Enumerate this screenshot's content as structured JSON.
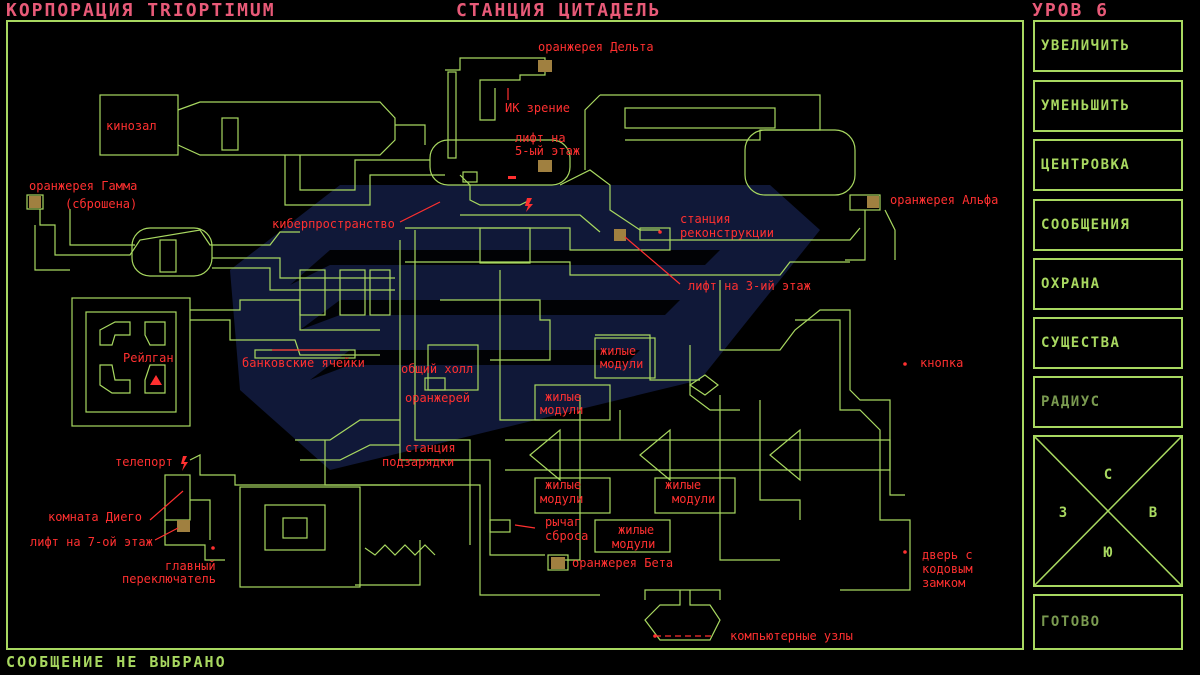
{
  "header": {
    "corp": "КОРПОРАЦИЯ TRIOPTIMUM",
    "station": "СТАНЦИЯ ЦИТАДЕЛЬ",
    "level": "УРОВ 6"
  },
  "buttons": [
    {
      "name": "zoom-in-button",
      "label": "УВЕЛИЧИТЬ"
    },
    {
      "name": "zoom-out-button",
      "label": "УМЕНЬШИТЬ"
    },
    {
      "name": "center-button",
      "label": "ЦЕНТРОВКА"
    },
    {
      "name": "messages-button",
      "label": "СООБЩЕНИЯ"
    },
    {
      "name": "security-button",
      "label": "ОХРАНА"
    },
    {
      "name": "creatures-button",
      "label": "СУЩЕСТВА"
    },
    {
      "name": "radius-button",
      "label": "РАДИУС"
    }
  ],
  "compass": {
    "north": "С",
    "west": "З",
    "east": "В",
    "south": "Ю"
  },
  "done_button": "ГОТОВО",
  "status": "СООБЩЕНИЕ НЕ ВЫБРАНО",
  "map": {
    "labels": {
      "delta": "оранжерея Дельта",
      "ir": "ИК зрение",
      "lift5a": "лифт на",
      "lift5b": "5-ый этаж",
      "cinema": "кинозал",
      "gammaA": "оранжерея Гамма",
      "gammaB": "(сброшена)",
      "cyber": "киберпространство",
      "reconA": "станция",
      "reconB": "реконструкции",
      "alpha": "оранжерея Альфа",
      "lift3": "лифт на 3-ий этаж",
      "railgun": "Рейлган",
      "bank": "банковские ячейки",
      "hall": "общий холл",
      "liv1a": "жилые",
      "liv1b": "модули",
      "button": "кнопка",
      "greenhouse": "оранжерей",
      "liv2a": "жилые",
      "liv2b": "модули",
      "chargeA": "станция",
      "chargeB": "подзарядки",
      "teleport": "телепорт",
      "diego": "комната Диего",
      "liv3a": "жилые",
      "liv3b": "модули",
      "liv4a": "жилые",
      "liv4b": "модули",
      "leverA": "рычаг",
      "leverB": "сброса",
      "liv5a": "жилые",
      "liv5b": "модули",
      "lift7": "лифт на 7-ой этаж",
      "mainA": "главный",
      "mainB": "переключатель",
      "beta": "оранжерея Бета",
      "doorA": "дверь с",
      "doorB": "кодовым",
      "doorC": "замком",
      "nodes": "компьютерные узлы"
    }
  },
  "colors": {
    "wall": "#a8d860",
    "label": "#ff3030",
    "header": "#e85a78",
    "item": "#a08040",
    "floor_shadow": "#101838"
  }
}
